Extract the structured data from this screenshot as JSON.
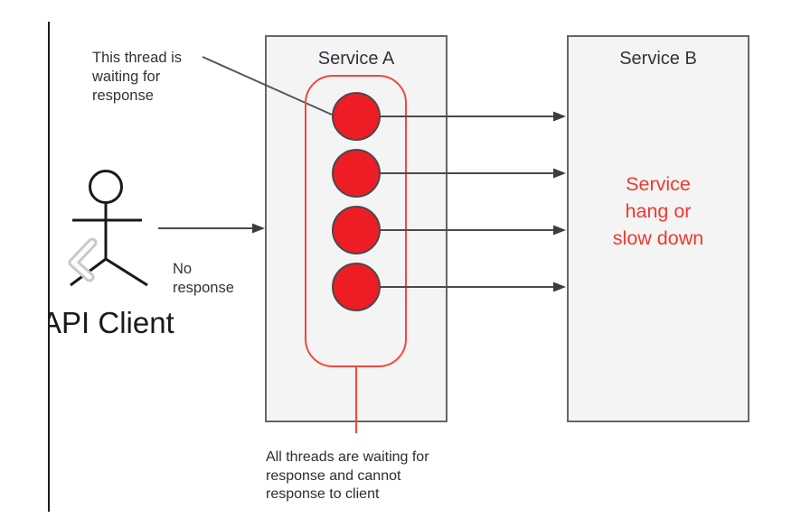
{
  "diagram": {
    "left_annotation": "This thread is\nwaiting for\nresponse",
    "no_response_label": "No\nresponse",
    "actor_label": "API Client",
    "service_a": {
      "title": "Service A",
      "thread_count": 4
    },
    "service_b": {
      "title": "Service B",
      "status": "Service\nhang or\nslow down"
    },
    "bottom_annotation": "All threads are waiting for\nresponse and cannot\nresponse to client",
    "colors": {
      "thread_fill": "#ee1c25",
      "thread_border": "#4a4a4a",
      "red_accent": "#f5463d",
      "status_text": "#f0382e",
      "arrow": "#4a4a4a",
      "box_fill": "#f4f4f4",
      "box_border": "#666666",
      "text": "#333333"
    }
  }
}
